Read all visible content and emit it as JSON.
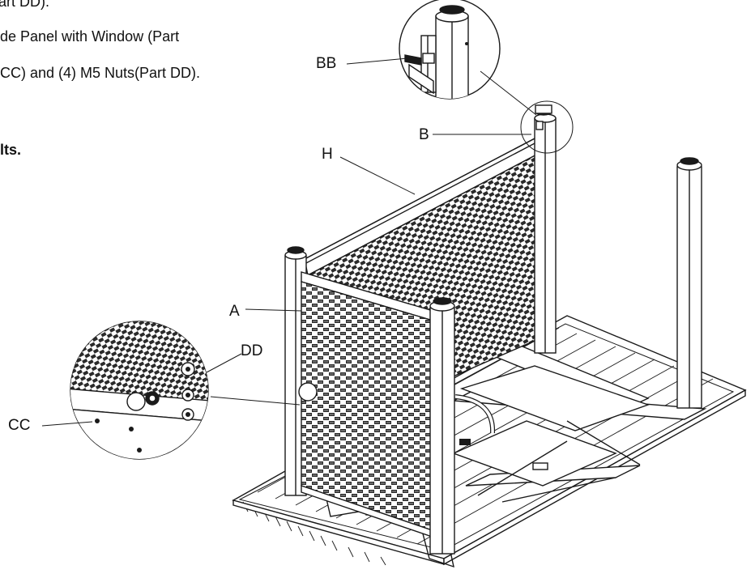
{
  "instructions": {
    "line1": "art DD).",
    "line2": "de Panel with Window (Part",
    "line3": "CC) and (4) M5 Nuts(Part DD).",
    "line4": "lts."
  },
  "labels": {
    "BB": "BB",
    "B": "B",
    "H": "H",
    "A": "A",
    "DD": "DD",
    "CC": "CC"
  },
  "colors": {
    "line": "#1a1a1a",
    "weave": "#2a2a2a",
    "metal": "#ffffff"
  }
}
